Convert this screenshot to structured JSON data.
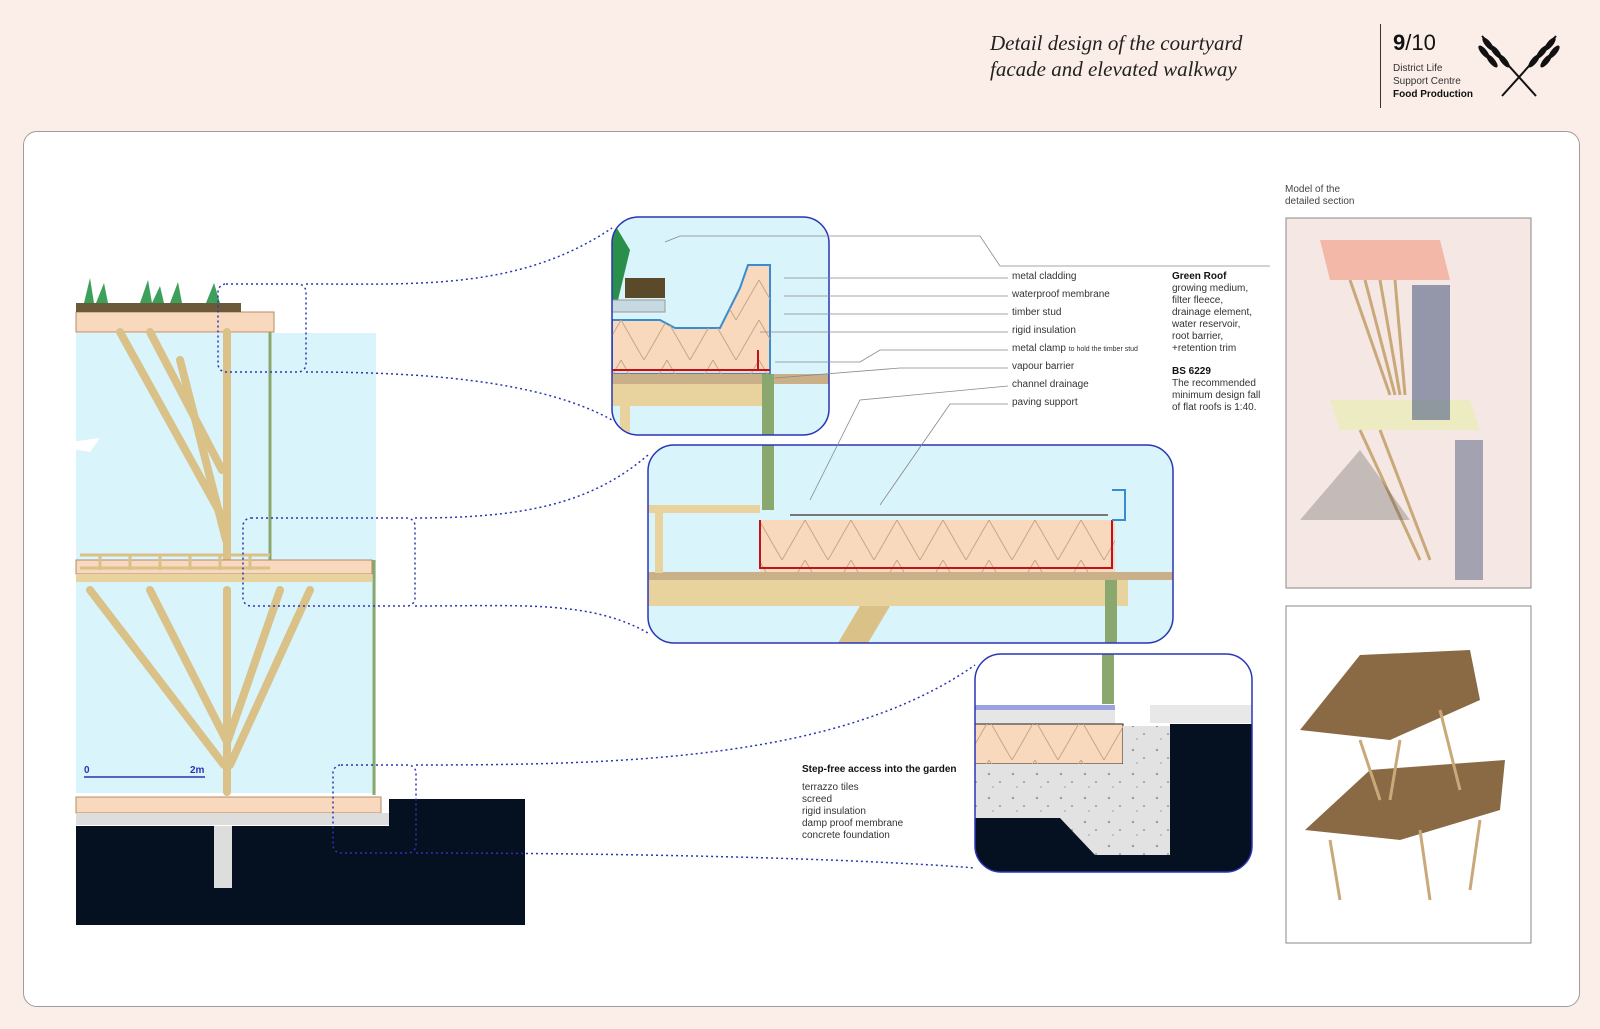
{
  "header": {
    "title_line1": "Detail design of the courtyard",
    "title_line2": "facade and elevated walkway",
    "page_current": "9",
    "page_total": "/10",
    "project_line1": "District Life",
    "project_line2": "Support Centre",
    "project_line3": "Food Production",
    "logo_icon": "crossed-wheat-icon"
  },
  "layers": [
    {
      "label": "metal cladding",
      "note": ""
    },
    {
      "label": "waterproof membrane",
      "note": ""
    },
    {
      "label": "timber stud",
      "note": ""
    },
    {
      "label": "rigid insulation",
      "note": ""
    },
    {
      "label": "metal clamp",
      "note": "to hold the timber stud"
    },
    {
      "label": "vapour barrier",
      "note": ""
    },
    {
      "label": "channel drainage",
      "note": ""
    },
    {
      "label": "paving support",
      "note": ""
    }
  ],
  "green_roof": {
    "heading": "Green Roof",
    "lines": [
      "growing medium,",
      "filter fleece,",
      "drainage element,",
      "water reservoir,",
      "root barrier,",
      "+retention trim"
    ]
  },
  "bs": {
    "heading": "BS 6229",
    "lines": [
      "The recommended",
      "minimum design fall",
      "of flat roofs is 1:40."
    ]
  },
  "step_free": {
    "heading": "Step-free access into the garden",
    "lines": [
      "terrazzo tiles",
      "screed",
      "rigid insulation",
      "damp proof membrane",
      "concrete foundation"
    ]
  },
  "model": {
    "caption_line1": "Model of the",
    "caption_line2": "detailed section"
  },
  "scale": {
    "start": "0",
    "end": "2m"
  },
  "colors": {
    "background": "#fbeee8",
    "sky": "#d9f4fb",
    "insulation": "#f8d9bd",
    "timber": "#e8d29e",
    "foundation": "#051021",
    "leader": "#2a35b5",
    "membrane": "#c0121c"
  }
}
